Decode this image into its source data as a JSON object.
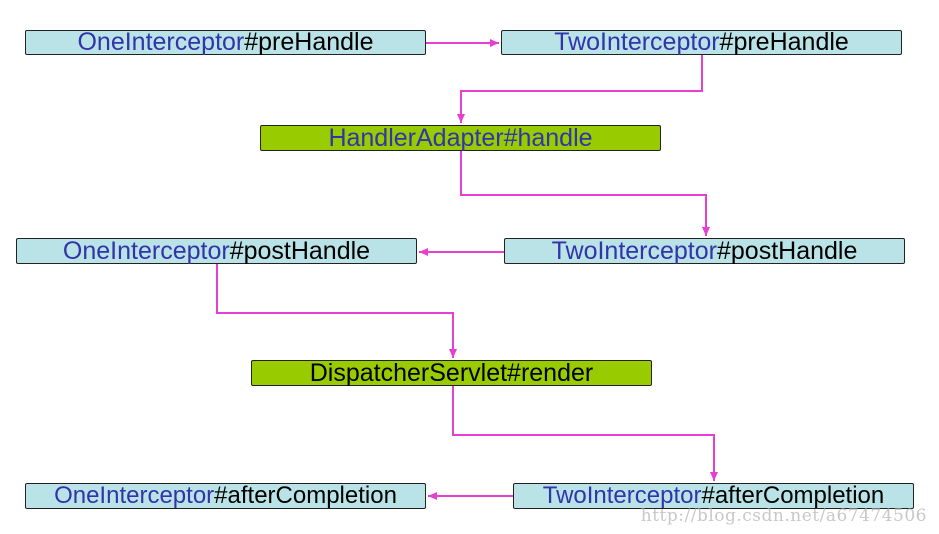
{
  "nodes": {
    "one_pre": {
      "cls": "OneInterceptor",
      "method": "#preHandle"
    },
    "two_pre": {
      "cls": "TwoInterceptor",
      "method": "#preHandle"
    },
    "adapter": {
      "cls": "HandlerAdapter",
      "method": "#handle"
    },
    "one_post": {
      "cls": "OneInterceptor",
      "method": "#postHandle"
    },
    "two_post": {
      "cls": "TwoInterceptor",
      "method": "#postHandle"
    },
    "render": {
      "text": "DispatcherServlet#render"
    },
    "one_after": {
      "cls": "OneInterceptor",
      "method": "#afterCompletion"
    },
    "two_after": {
      "cls": "TwoInterceptor",
      "method": "#afterCompletion"
    }
  },
  "watermark": "http://blog.csdn.net/a67474506",
  "colors": {
    "arrow": "#e63fd1",
    "interceptor_fill": "#b9e3e7",
    "core_fill": "#99cc00",
    "class_text": "#3333aa",
    "method_text": "#000000"
  }
}
